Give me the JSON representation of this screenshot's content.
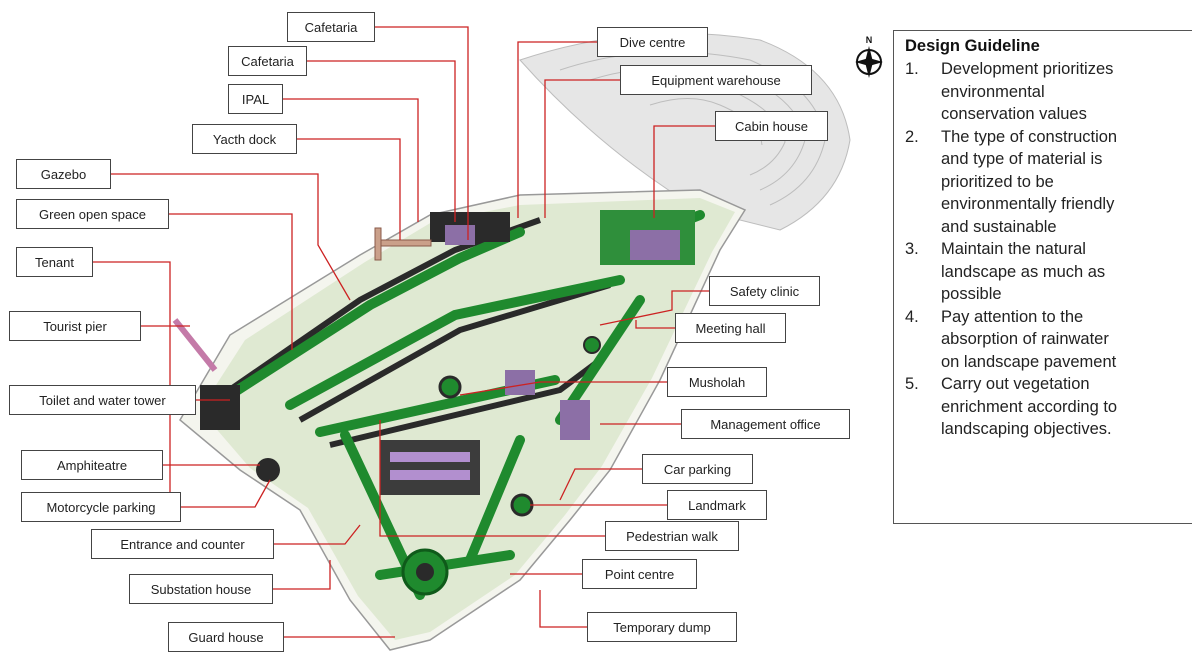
{
  "labels": {
    "cafetaria_top": "Cafetaria",
    "cafetaria": "Cafetaria",
    "ipal": "IPAL",
    "yacht_dock": "Yacth dock",
    "gazebo": "Gazebo",
    "green_open_space": "Green open space",
    "tenant": "Tenant",
    "tourist_pier": "Tourist pier",
    "toilet_water_tower": "Toilet and water tower",
    "amphiteatre": "Amphiteatre",
    "motorcycle_parking": "Motorcycle parking",
    "entrance_counter": "Entrance and counter",
    "substation_house": "Substation house",
    "guard_house": "Guard house",
    "dive_centre": "Dive centre",
    "equipment_warehouse": "Equipment warehouse",
    "cabin_house": "Cabin house",
    "safety_clinic": "Safety clinic",
    "meeting_hall": "Meeting hall",
    "musholah": "Musholah",
    "management_office": "Management office",
    "car_parking": "Car parking",
    "landmark": "Landmark",
    "pedestrian_walk": "Pedestrian walk",
    "point_centre": "Point centre",
    "temporary_dump": "Temporary dump"
  },
  "compass": {
    "letter": "N"
  },
  "guideline": {
    "title": "Design Guideline",
    "items": [
      {
        "num": "1.",
        "lines": [
          "Development prioritizes",
          "environmental",
          "conservation values"
        ]
      },
      {
        "num": "2.",
        "lines": [
          "The type of construction",
          "and type of material is",
          "prioritized to be",
          "environmentally friendly",
          "and sustainable"
        ]
      },
      {
        "num": "3.",
        "lines": [
          "Maintain the natural",
          "landscape as much as",
          "possible"
        ]
      },
      {
        "num": "4.",
        "lines": [
          "Pay attention to the",
          "absorption of rainwater",
          "on landscape pavement"
        ]
      },
      {
        "num": "5.",
        "lines": [
          "Carry out vegetation",
          "enrichment according to",
          "landscaping objectives."
        ]
      }
    ]
  },
  "colors": {
    "site_fill": "#f2f4ec",
    "green": "#1f8a2e",
    "dark_green": "#0f5a1a",
    "pavement": "#2a2a2a",
    "building_purple": "#8c6fa6",
    "leader_red": "#cc2222",
    "contour_gray": "#bbbbbb"
  }
}
